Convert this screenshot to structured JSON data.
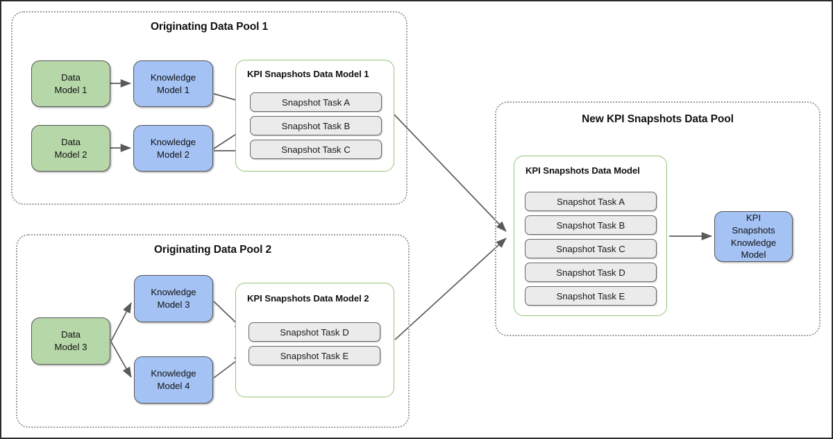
{
  "diagram": {
    "title_hidden": "",
    "colors": {
      "data_model_fill": "#b6d7a8",
      "knowledge_model_fill": "#a4c2f4",
      "task_fill": "#ebebeb",
      "model_container_border": "#93c47d",
      "pool_border": "#9a9a9a",
      "edge": "#5a5a5a"
    }
  },
  "pools": {
    "pool1": {
      "title": "Originating Data Pool 1",
      "data_models": [
        {
          "label": "Data\nModel 1"
        },
        {
          "label": "Data\nModel 2"
        }
      ],
      "knowledge_models": [
        {
          "label": "Knowledge\nModel 1"
        },
        {
          "label": "Knowledge\nModel 2"
        }
      ],
      "model_container": {
        "title": "KPI Snapshots Data Model 1",
        "tasks": [
          {
            "label": "Snapshot Task A"
          },
          {
            "label": "Snapshot Task B"
          },
          {
            "label": "Snapshot Task C"
          }
        ]
      }
    },
    "pool2": {
      "title": "Originating Data Pool 2",
      "data_models": [
        {
          "label": "Data\nModel 3"
        }
      ],
      "knowledge_models": [
        {
          "label": "Knowledge\nModel 3"
        },
        {
          "label": "Knowledge\nModel 4"
        }
      ],
      "model_container": {
        "title": "KPI Snapshots Data Model 2",
        "tasks": [
          {
            "label": "Snapshot Task D"
          },
          {
            "label": "Snapshot Task E"
          }
        ]
      }
    },
    "pool3": {
      "title": "New KPI Snapshots Data Pool",
      "model_container": {
        "title": "KPI Snapshots Data Model",
        "tasks": [
          {
            "label": "Snapshot Task A"
          },
          {
            "label": "Snapshot Task B"
          },
          {
            "label": "Snapshot Task C"
          },
          {
            "label": "Snapshot Task D"
          },
          {
            "label": "Snapshot Task E"
          }
        ]
      },
      "knowledge_models": [
        {
          "label": "KPI\nSnapshots\nKnowledge\nModel"
        }
      ]
    }
  }
}
